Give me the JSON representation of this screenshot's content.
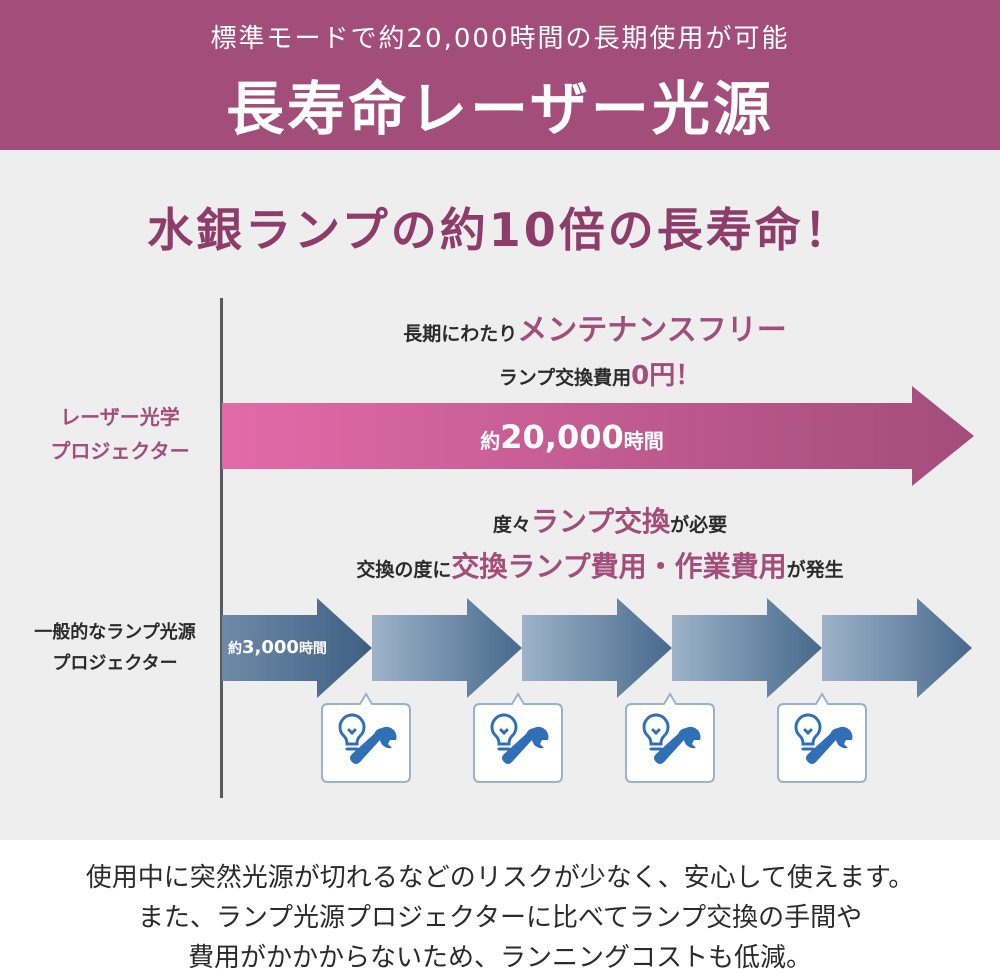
{
  "header": {
    "subtitle": "標準モードで約20,000時間の長期使用が可能",
    "title": "長寿命レーザー光源"
  },
  "headline": "水銀ランプの約10倍の長寿命！",
  "laser": {
    "label_line1": "レーザー光学",
    "label_line2": "プロジェクター",
    "line1_pre": "長期にわたり",
    "line1_hl": "メンテナンスフリー",
    "line2_pre": "ランプ交換費用",
    "line2_hl": "0円！",
    "arrow_prefix": "約",
    "arrow_value": "20,000",
    "arrow_suffix": "時間"
  },
  "lamp": {
    "line3_pre": "度々",
    "line3_hl": "ランプ交換",
    "line3_post": "が必要",
    "line4_pre": "交換の度に",
    "line4_hl": "交換ランプ費用・作業費用",
    "line4_post": "が発生",
    "label_line1": "一般的なランプ光源",
    "label_line2": "プロジェクター",
    "arrow_prefix": "約",
    "arrow_value": "3,000",
    "arrow_suffix": "時間"
  },
  "icons": [
    "lightbulb-icon",
    "wrench-icon"
  ],
  "colors": {
    "header_bg": "#a34d7a",
    "accent": "#a34d7a",
    "laser_arrow_start": "#e26aa8",
    "laser_arrow_end": "#a34d7a",
    "lamp_arrow_start": "#9db3c9",
    "lamp_arrow_end": "#47698c",
    "icon_blue": "#2f6fb5"
  },
  "bottom": {
    "line1": "使用中に突然光源が切れるなどのリスクが少なく、安心して使えます。",
    "line2": "また、ランプ光源プロジェクターに比べてランプ交換の手間や",
    "line3": "費用がかかからないため、ランニングコストも低減。"
  }
}
